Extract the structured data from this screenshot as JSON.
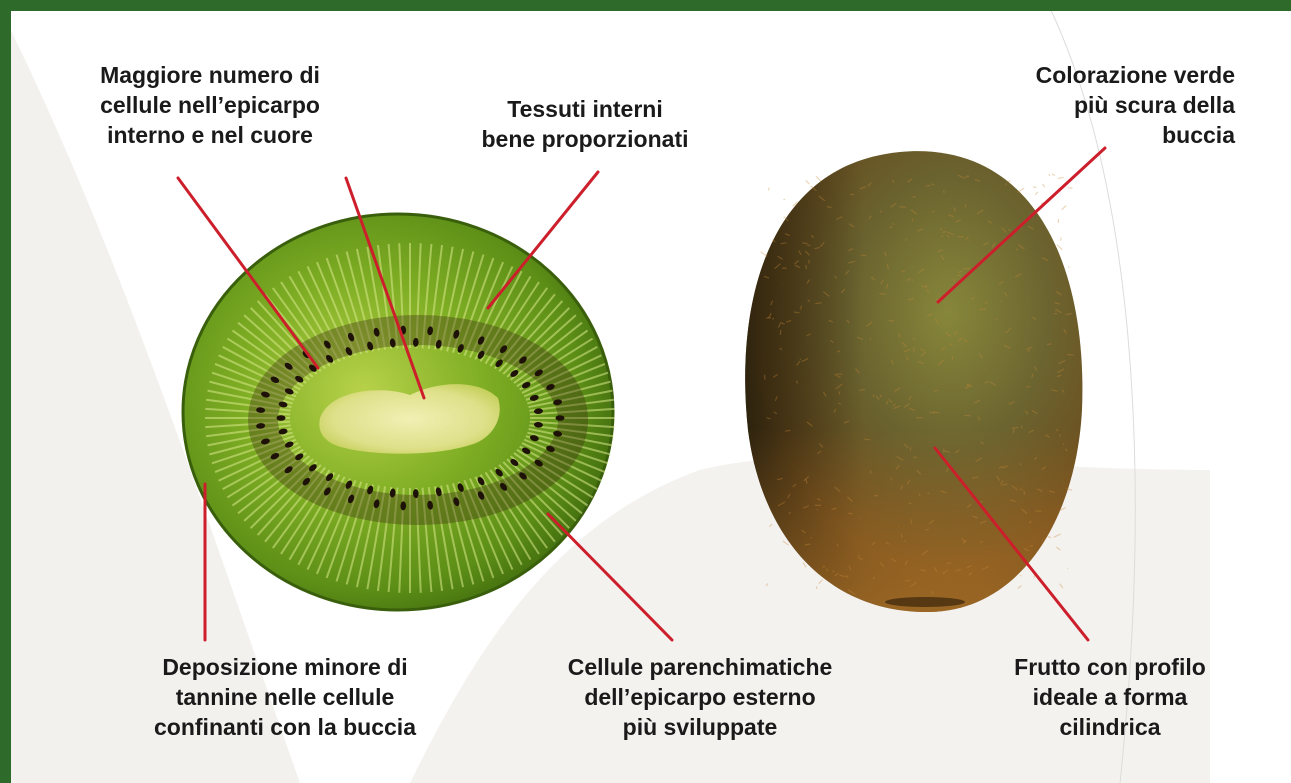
{
  "colors": {
    "frame": "#2e6b2b",
    "leader": "#cc1f2b",
    "text": "#1a1a1a"
  },
  "labels": {
    "cells_epicarp": [
      "Maggiore numero di",
      "cellule nell’epicarpo",
      "interno e nel cuore"
    ],
    "internal_tissues": [
      "Tessuti interni",
      "bene proporzionati"
    ],
    "green_color": [
      "Colorazione verde",
      "più scura della",
      "buccia"
    ],
    "tannin": [
      "Deposizione minore di",
      "tannine nelle cellule",
      "confinanti con la buccia"
    ],
    "parenchyma": [
      "Cellule parenchimatiche",
      "dell’epicarpo esterno",
      "più sviluppate"
    ],
    "profile": [
      "Frutto con profilo",
      "ideale a forma",
      "cilindrica"
    ]
  },
  "images": {
    "left": "kiwi-cross-section",
    "right": "whole-kiwi-fruit"
  }
}
